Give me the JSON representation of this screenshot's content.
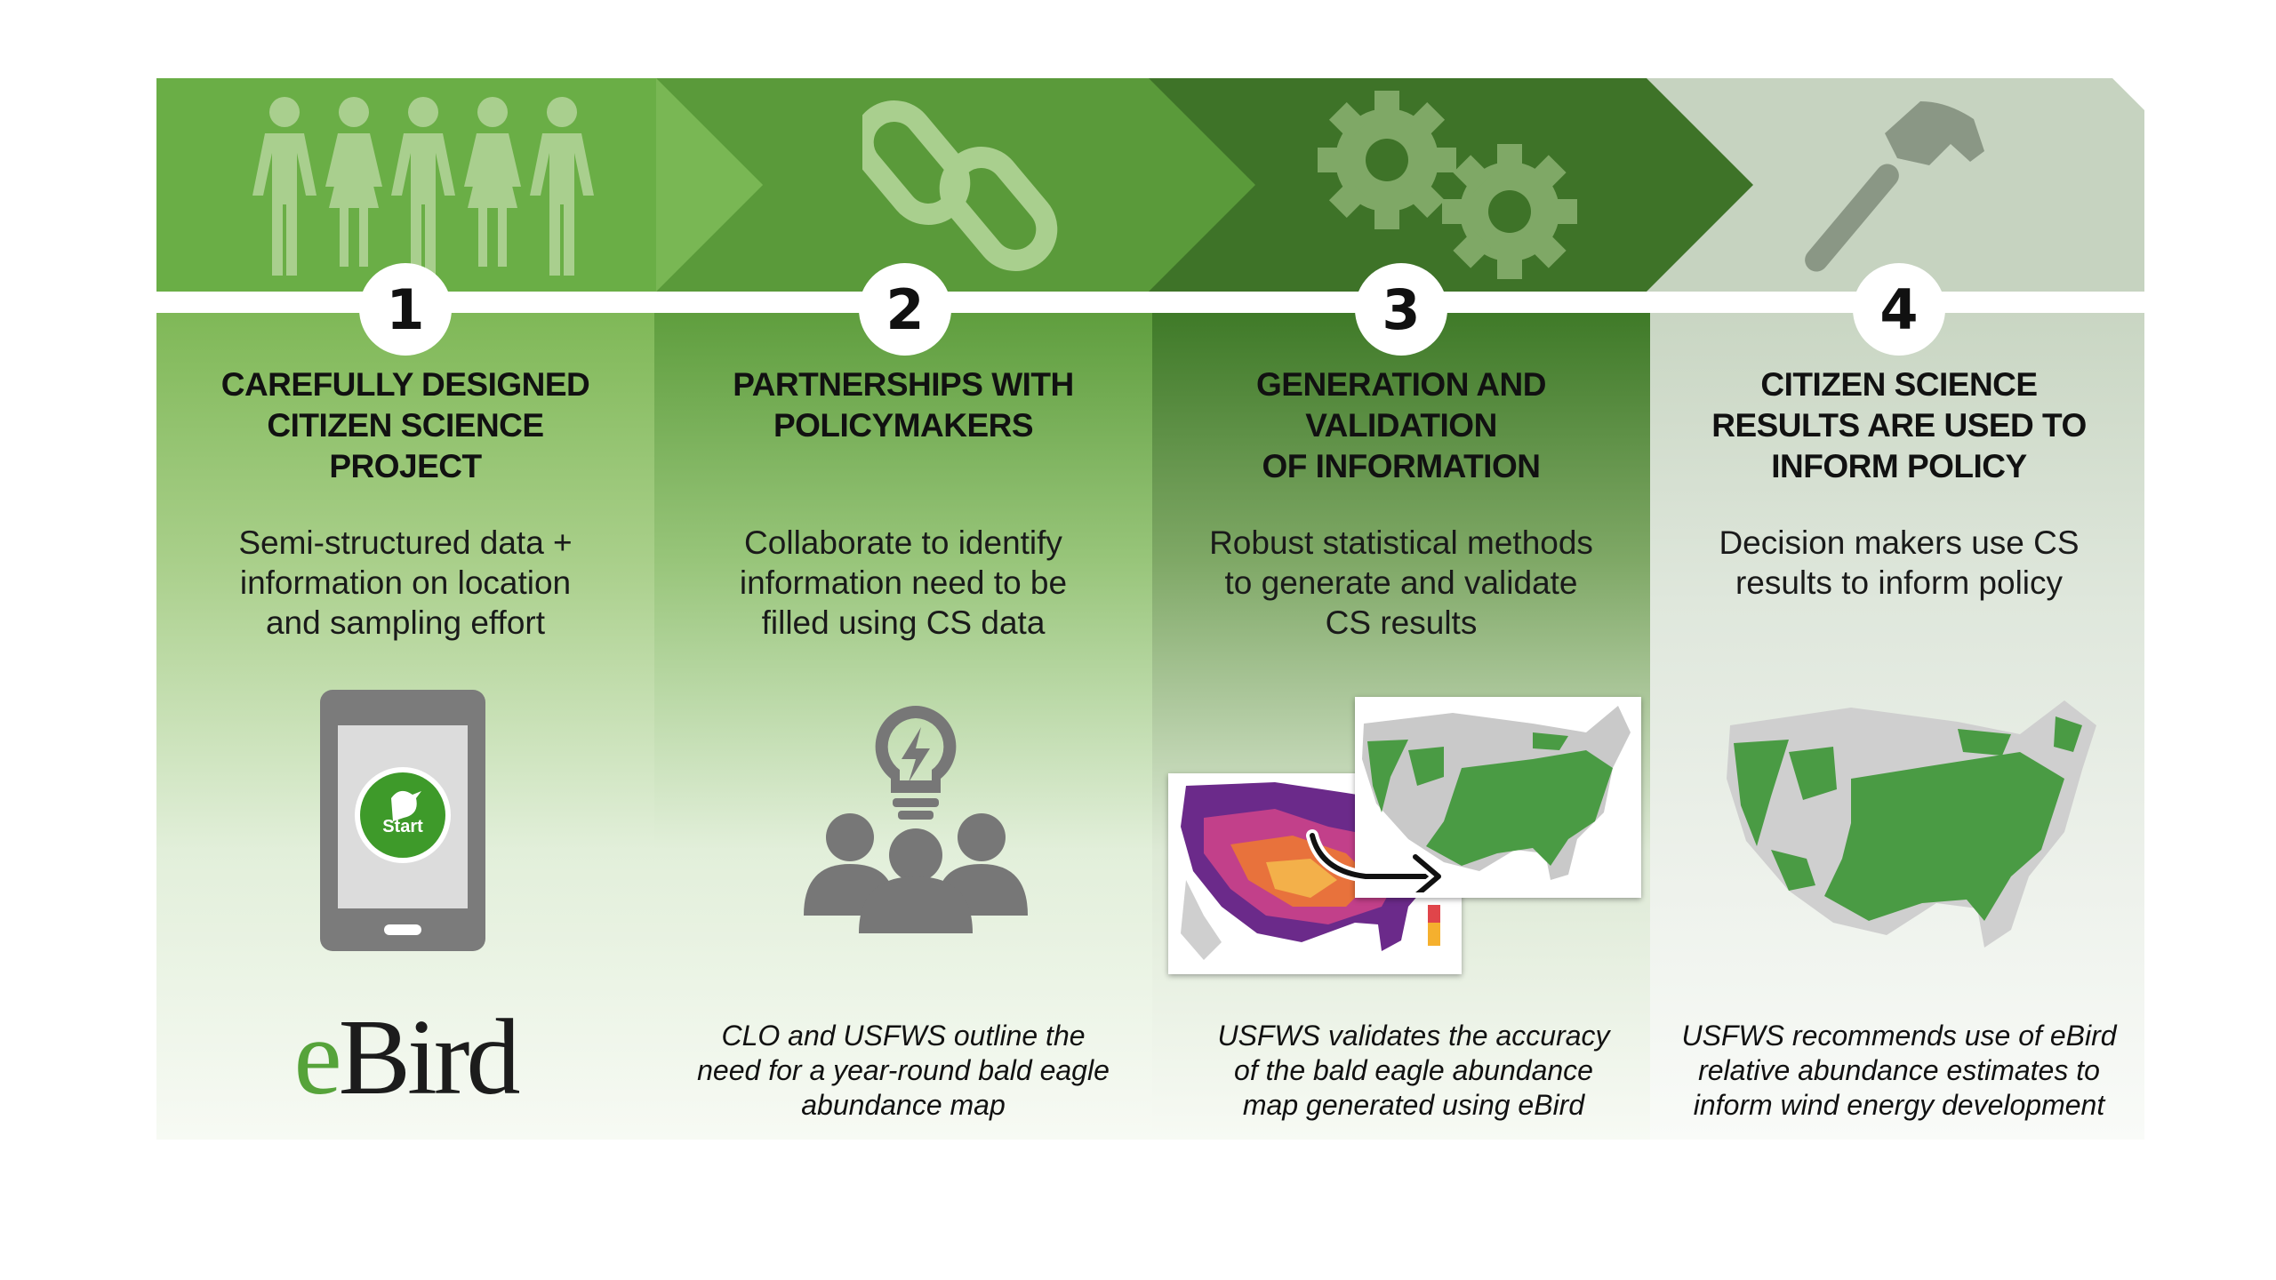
{
  "steps": [
    {
      "number": "1",
      "heading": [
        "CAREFULLY DESIGNED",
        "CITIZEN SCIENCE",
        "PROJECT"
      ],
      "description": [
        "Semi-structured data +",
        "information on location",
        "and sampling effort"
      ],
      "icon": "people-icon",
      "visual": "phone-start-icon",
      "button_label": "Start",
      "logo_text": "eBird"
    },
    {
      "number": "2",
      "heading": [
        "PARTNERSHIPS WITH",
        "POLICYMAKERS"
      ],
      "description": [
        "Collaborate to identify",
        "information need to be",
        "filled using CS data"
      ],
      "icon": "chain-link-icon",
      "visual": "lightbulb-group-icon",
      "caption": [
        "CLO and USFWS outline the",
        "need for a year-round bald eagle",
        "abundance map"
      ]
    },
    {
      "number": "3",
      "heading": [
        "GENERATION AND",
        "VALIDATION",
        "OF INFORMATION"
      ],
      "description": [
        "Robust statistical methods",
        "to generate and validate",
        "CS results"
      ],
      "icon": "gears-icon",
      "visual": "abundance-maps-with-arrow",
      "caption": [
        "USFWS validates the accuracy",
        "of the bald eagle abundance",
        "map generated using eBird"
      ]
    },
    {
      "number": "4",
      "heading": [
        "CITIZEN SCIENCE",
        "RESULTS ARE USED TO",
        "INFORM POLICY"
      ],
      "description": [
        "Decision makers use CS",
        "results to inform policy"
      ],
      "icon": "hammer-icon",
      "visual": "us-map-green",
      "caption": [
        "USFWS recommends use of eBird",
        "relative abundance estimates to",
        "inform wind energy development"
      ]
    }
  ],
  "colors": {
    "band1": "#6aae46",
    "band2": "#5a9a3a",
    "band3": "#3e7328",
    "band4": "#c6d3c0",
    "icon_overlay": "#a9cf8e",
    "gray_icon": "#7a7a7a",
    "map_green": "#4a9b44",
    "ebird_green": "#56a33a"
  }
}
